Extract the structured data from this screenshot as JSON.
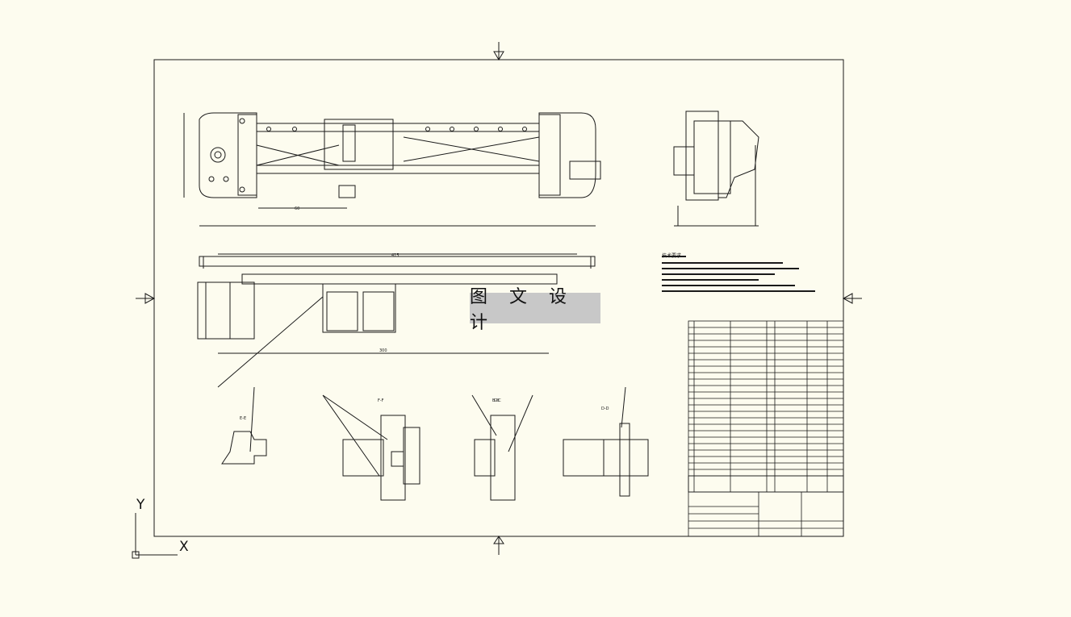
{
  "watermark": "图 文 设 计",
  "ucs": {
    "x_label": "X",
    "y_label": "Y"
  },
  "section_labels": [
    "E-E",
    "F-F",
    "B-B",
    "C-C",
    "D-D"
  ],
  "dimensions": [
    "415",
    "60",
    "300"
  ],
  "notes_heading": "技术要求",
  "colors": {
    "paper": "#fdfcef",
    "line": "#1a1a1a",
    "watermark_bg": "#c8c8c8"
  }
}
